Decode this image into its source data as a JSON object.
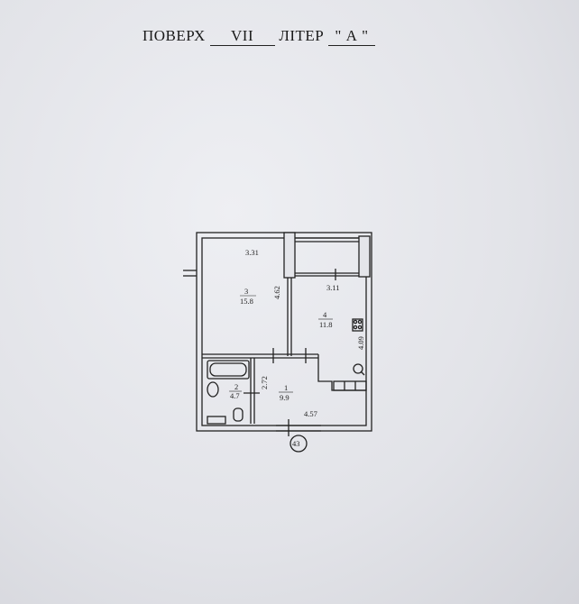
{
  "header": {
    "floor_label": "ПОВЕРХ",
    "floor_value": "VII",
    "letter_label": "ЛІТЕР",
    "letter_value": "\" А \""
  },
  "plan": {
    "rooms": [
      {
        "number": "1",
        "area": "9.9"
      },
      {
        "number": "2",
        "area": "4.7"
      },
      {
        "number": "3",
        "area": "15.8"
      },
      {
        "number": "4",
        "area": "11.8"
      }
    ],
    "dimensions": {
      "room3_width": "3.31",
      "room3_length": "4.62",
      "room4_width": "3.11",
      "room4_length": "4.09",
      "room1_width": "4.57",
      "room2_width": "2.72"
    },
    "axis_marker": "43"
  }
}
